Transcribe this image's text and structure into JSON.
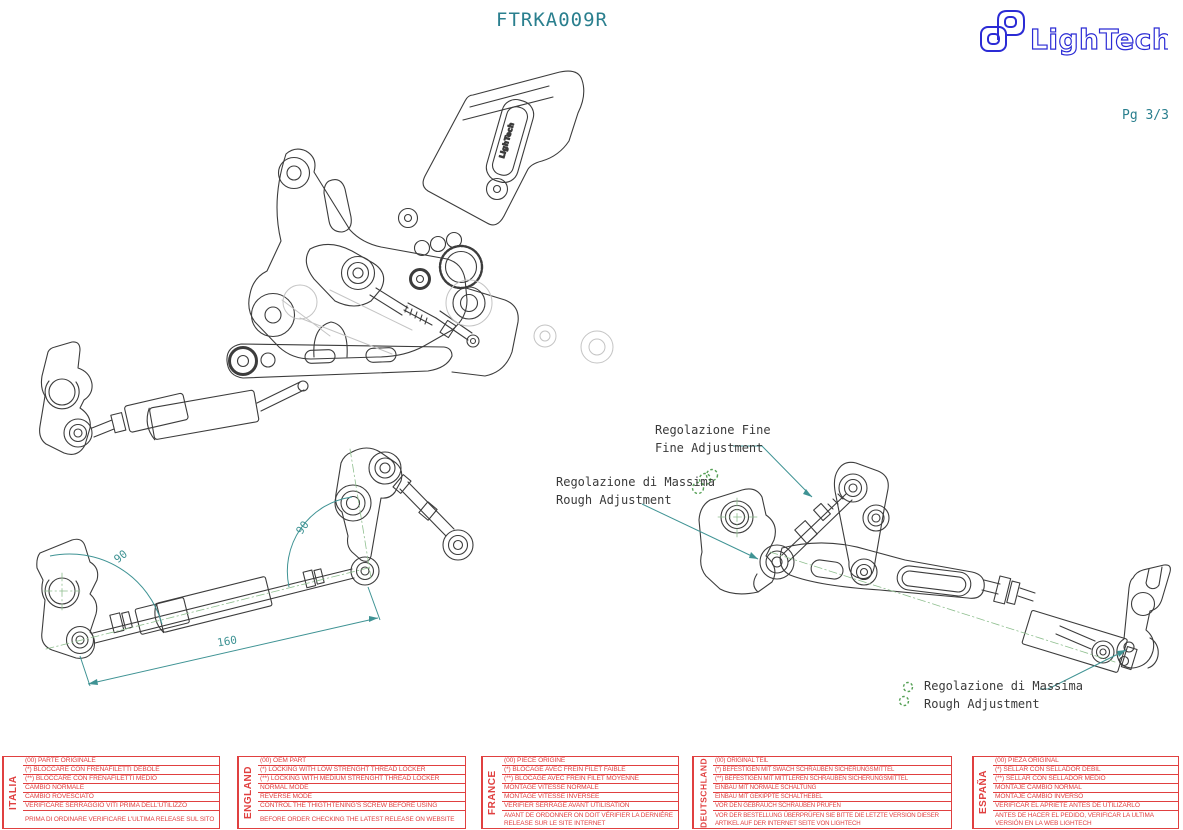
{
  "header": {
    "title": "FTRKA009R",
    "page_number": "Pg 3/3",
    "brand": "LighTech"
  },
  "drawing_labels": {
    "heel_plate_brand": "LighTech",
    "dim_angle_left": "90",
    "dim_angle_right": "90",
    "dim_length": "160"
  },
  "annotations": {
    "fine": {
      "line1": "Regolazione Fine",
      "line2": "Fine Adjustment"
    },
    "rough_left": {
      "line1": "Regolazione di Massima",
      "line2": "Rough Adjustment"
    },
    "rough_right": {
      "line1": "Regolazione di Massima",
      "line2": "Rough Adjustment"
    }
  },
  "colors": {
    "accent_teal": "#2a7f8e",
    "table_red": "#e04040",
    "logo_blue": "#2b2bd5",
    "highlight_green": "#55a055",
    "line_dark": "#3c3c3c"
  },
  "tables": [
    {
      "label": "ITALIA",
      "rows": [
        "(00) PARTE ORIGINALE",
        "(*)   BLOCCARE CON FRENAFILETTI DEBOLE",
        "(**)  BLOCCARE CON FRENAFILETTI MEDIO",
        "CAMBIO NORMALE",
        "CAMBIO ROVESCIATO",
        "VERIFICARE SERRAGGIO VITI PRIMA DELL'UTILIZZO",
        "PRIMA DI ORDINARE VERIFICARE L'ULTIMA RELEASE SUL SITO"
      ]
    },
    {
      "label": "ENGLAND",
      "rows": [
        "(00) OEM PART",
        "(*)   LOCKING WITH LOW STRENGHT THREAD LOCKER",
        "(**)  LOCKING WITH MEDIUM STRENGHT THREAD LOCKER",
        "NORMAL MODE",
        "REVERSE MODE",
        "CONTROL THE THIGTHTENING'S SCREW BEFORE USING",
        "BEFORE ORDER CHECKING THE LATEST RELEASE ON WEBSITE"
      ]
    },
    {
      "label": "FRANCE",
      "rows": [
        "(00) PIECE ORIGINE",
        "(*)   BLOCAGE AVEC FREIN FILET FAIBLE",
        "(**)  BLOCAGE AVEC FREIN FILET MOYENNE",
        "MONTAGE VITESSE NORMALE",
        "MONTAGE VITESSE INVERSEE",
        "VERIFIER SERRAGE AVANT UTILISATION",
        "AVANT DE ORDONNER ON DOIT VÉRIFIER LA DERNIÉRE RELEASE SUR LE SITE INTERNET"
      ]
    },
    {
      "label": "DEUTSCHLAND",
      "rows": [
        "(00) ORIGINAL TEIL",
        "(*)   BEFESTIGEN MIT SWACH SCHRAUBEN SICHERUNGSMITTEL",
        "(**)  BEFESTIGEN MIT MITTLEREN SCHRAUBEN SICHERUNGSMITTEL",
        "EINBAU MIT NORMALE SCHALTUNG",
        "EINBAU MIT GEKIPPTE SCHALTHEBEL",
        "VOR DEN GEBRAUCH SCHRAUBEN PRÜFEN",
        "VOR DER BESTELLUNG ÜBERPRÜFEN SIE BITTE DIE LETZTE VERSION DIESER ARTIKEL AUF DER INTERNET SEITE VON LIGHTECH"
      ]
    },
    {
      "label": "ESPAÑA",
      "rows": [
        "(00) PIEZA ORIGINAL",
        "(*)   SELLAR CON SELLADOR DEBIL",
        "(**)  SELLAR CON SELLADOR MEDIO",
        "MONTAJE CAMBIO NORMAL",
        "MONTAJE CAMBIO INVERSO",
        "VERIFICAR EL APRIETE ANTES DE UTILIZARLO",
        "ANTES DE HACER EL PEDIDO, VERIFICAR LA ULTIMA VERSIÓN EN LA WEB LIGHTECH"
      ]
    }
  ]
}
